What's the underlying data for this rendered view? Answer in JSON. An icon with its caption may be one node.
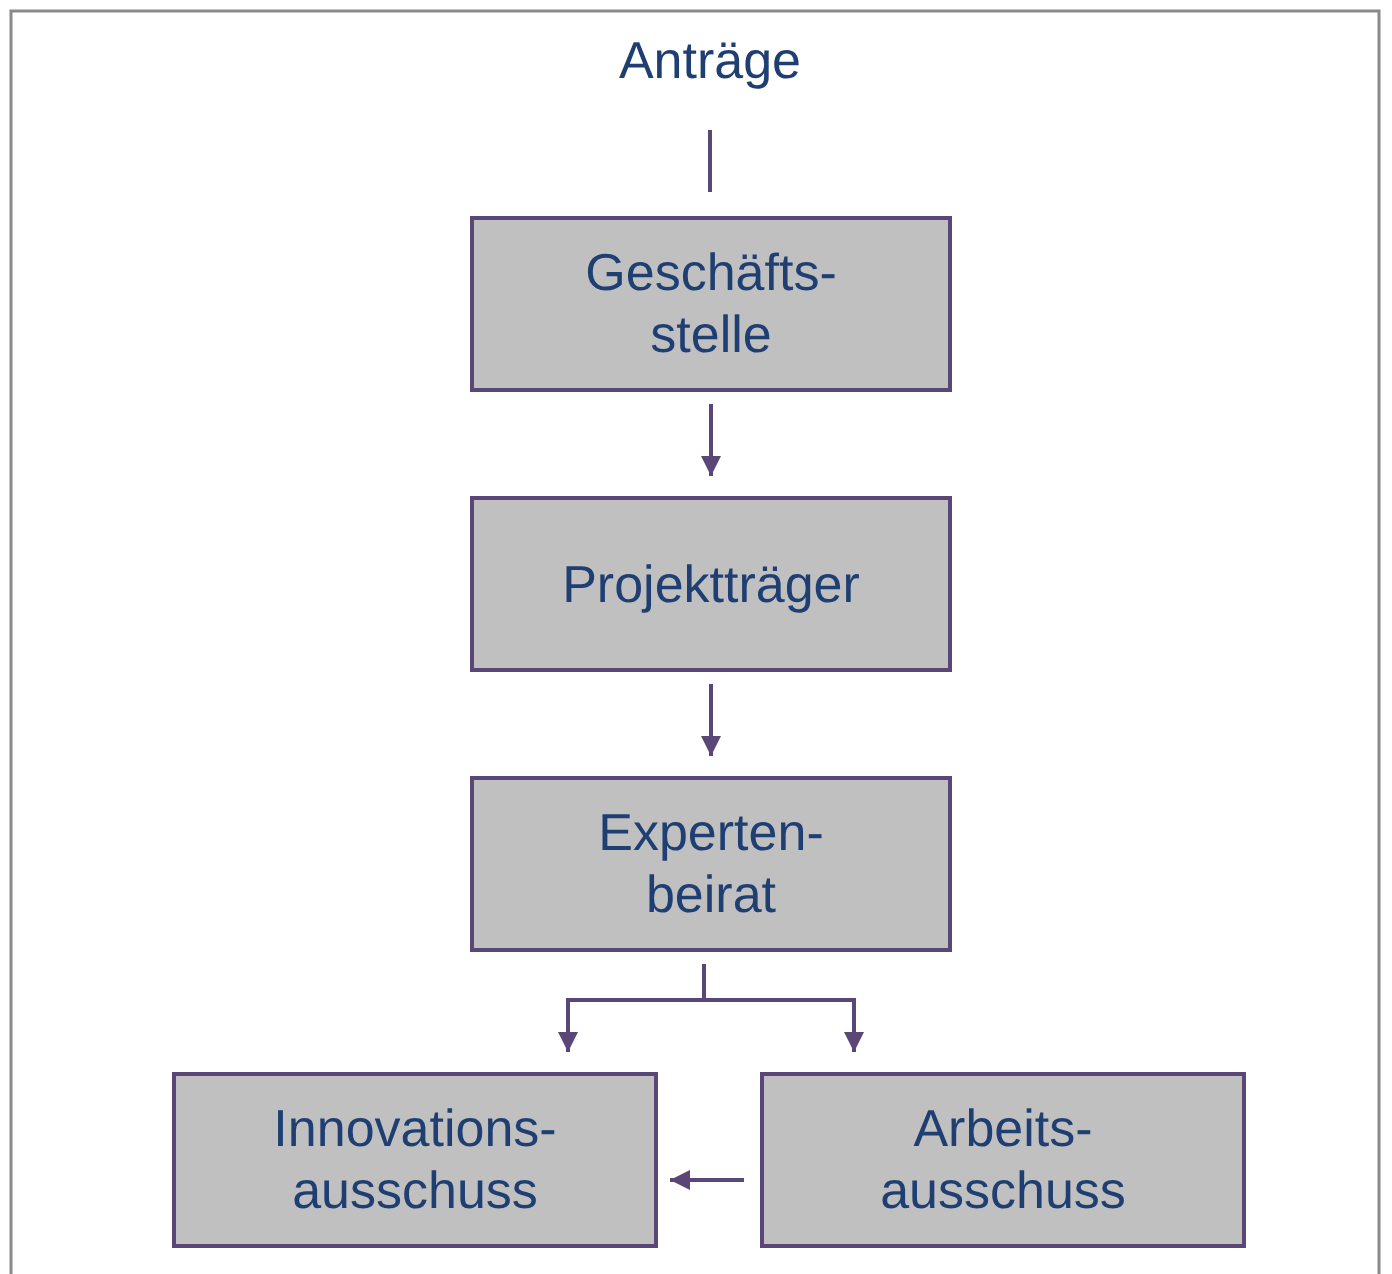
{
  "diagram": {
    "nodes": [
      {
        "text": [
          "Anträge"
        ]
      },
      {
        "text": [
          "Geschäfts- stelle"
        ]
      },
      {
        "text": [
          "Projektträger"
        ]
      },
      {
        "text": [
          "Experten- beirat"
        ]
      },
      {
        "text": [
          "Innovations- ausschuss"
        ]
      },
      {
        "text": [
          "Arbeits- ausschuss"
        ]
      }
    ],
    "edges": [
      {
        "from": 0,
        "to": 1,
        "arrow": "none"
      },
      {
        "from": 1,
        "to": 2,
        "arrow": "to"
      },
      {
        "from": 2,
        "to": 3,
        "arrow": "to"
      },
      {
        "from": 3,
        "to": 4,
        "arrow": "to"
      },
      {
        "from": 3,
        "to": 5,
        "arrow": "to"
      },
      {
        "from": 5,
        "to": 4,
        "arrow": "to"
      }
    ]
  }
}
